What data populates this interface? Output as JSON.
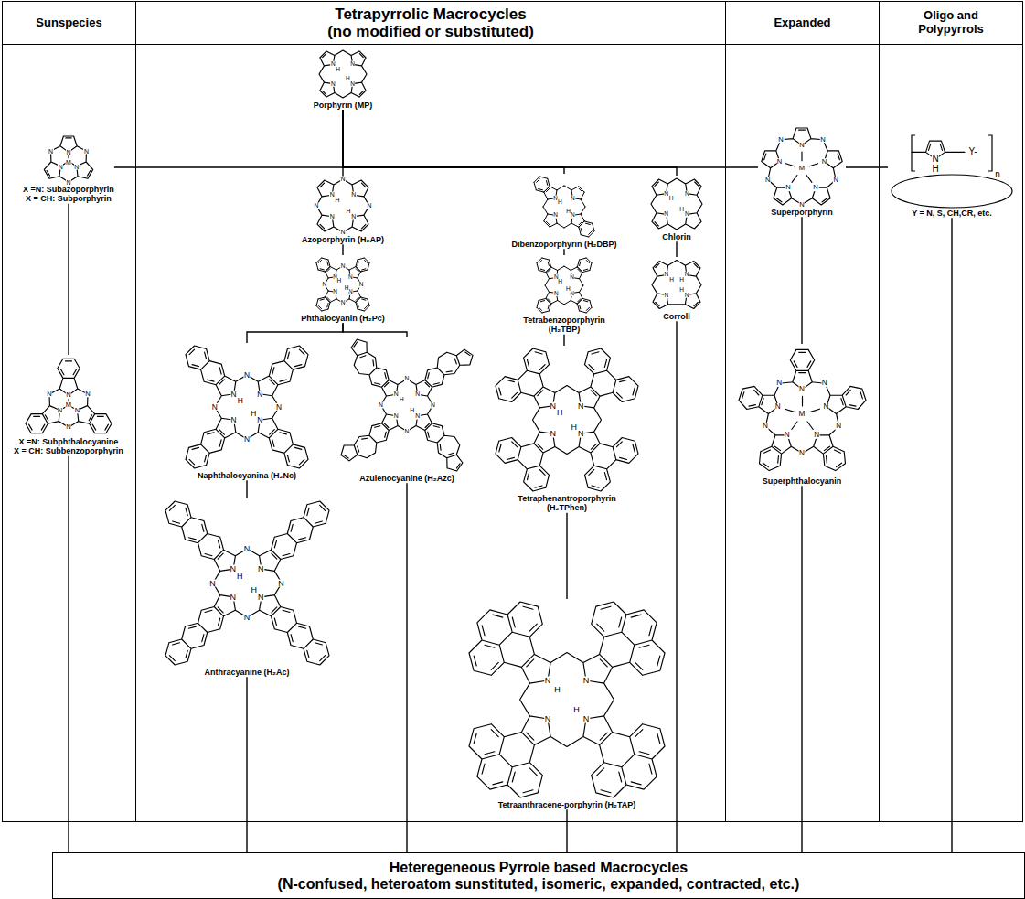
{
  "diagram": {
    "nodes": [
      {
        "text": [
          "Sunspecies"
        ]
      },
      {
        "text": [
          "Tetrapyrrolic Macrocycles",
          "(no modified or substituted)"
        ]
      },
      {
        "text": [
          "Expanded"
        ]
      },
      {
        "text": [
          "Oligo and Polypyrrols"
        ]
      },
      {
        "text": [
          "Porphyrin (MP)"
        ],
        "in": 1
      },
      {
        "text": [
          "X =N: Subazoporphyrin",
          "X = CH: Subporphyrin"
        ],
        "in": 0
      },
      {
        "text": [
          "Superporphyrin"
        ],
        "in": 2
      },
      {
        "text": [
          "Y = N, S, CH,CR, etc."
        ],
        "in": 3
      },
      {
        "text": [
          "Azoporphyrin (H₂AP)"
        ],
        "in": 1
      },
      {
        "text": [
          "Dibenzoporphyrin (H₂DBP)"
        ],
        "in": 1
      },
      {
        "text": [
          "Chlorin"
        ],
        "in": 1
      },
      {
        "text": [
          "Phthalocyanin (H₂Pc)"
        ],
        "in": 1
      },
      {
        "text": [
          "Tetrabenzoporphyrin (H₂TBP)"
        ],
        "in": 1
      },
      {
        "text": [
          "Corroll"
        ],
        "in": 1
      },
      {
        "text": [
          "X =N: Subphthalocyanine",
          "X = CH: Subbenzoporphyrin"
        ],
        "in": 0
      },
      {
        "text": [
          "Naphthalocyanina (H₂Nc)"
        ],
        "in": 1
      },
      {
        "text": [
          "Azulenocyanine (H₂Azc)"
        ],
        "in": 1
      },
      {
        "text": [
          "Tetraphenantroporphyrin (H₂TPhen)"
        ],
        "in": 1
      },
      {
        "text": [
          "Superphthalocyanin"
        ],
        "in": 2
      },
      {
        "text": [
          "Anthracyanine (H₂Ac)"
        ],
        "in": 1
      },
      {
        "text": [
          "Tetraanthracene-porphyrin (H₂TAP)"
        ],
        "in": 1
      },
      {
        "text": [
          "Heteregeneous Pyrrole based Macrocycles",
          "(N-confused, heteroatom sunstituted, isomeric, expanded, contracted, etc.)"
        ]
      }
    ],
    "edges": [
      {
        "from": 4,
        "to": 5,
        "arrow": "none"
      },
      {
        "from": 4,
        "to": 8,
        "arrow": "none"
      },
      {
        "from": 4,
        "to": 9,
        "arrow": "none"
      },
      {
        "from": 4,
        "to": 10,
        "arrow": "none"
      },
      {
        "from": 4,
        "to": 6,
        "arrow": "none"
      },
      {
        "from": 6,
        "to": 7,
        "arrow": "none"
      },
      {
        "from": 5,
        "to": 14,
        "arrow": "none"
      },
      {
        "from": 8,
        "to": 11,
        "arrow": "none"
      },
      {
        "from": 11,
        "to": 15,
        "arrow": "none"
      },
      {
        "from": 11,
        "to": 16,
        "arrow": "none"
      },
      {
        "from": 15,
        "to": 19,
        "arrow": "none"
      },
      {
        "from": 9,
        "to": 12,
        "arrow": "none"
      },
      {
        "from": 12,
        "to": 17,
        "arrow": "none"
      },
      {
        "from": 17,
        "to": 20,
        "arrow": "none"
      },
      {
        "from": 10,
        "to": 13,
        "arrow": "none"
      },
      {
        "from": 6,
        "to": 18,
        "arrow": "none"
      },
      {
        "from": 14,
        "to": 21,
        "arrow": "none"
      },
      {
        "from": 19,
        "to": 21,
        "arrow": "none"
      },
      {
        "from": 16,
        "to": 21,
        "arrow": "none"
      },
      {
        "from": 20,
        "to": 21,
        "arrow": "none"
      },
      {
        "from": 13,
        "to": 21,
        "arrow": "none"
      },
      {
        "from": 18,
        "to": 21,
        "arrow": "none"
      },
      {
        "from": 7,
        "to": 21,
        "arrow": "none"
      }
    ],
    "labels": [
      "N",
      "N",
      "N",
      "N",
      "H",
      "H",
      "N",
      "N",
      "N",
      "N",
      "N",
      "N",
      "M",
      "N",
      "N",
      "N",
      "N",
      "N",
      "N",
      "N",
      "N",
      "N",
      "N",
      "M",
      "N",
      "H",
      "Y-",
      "n",
      "N",
      "N",
      "N",
      "N",
      "N",
      "N",
      "N",
      "N",
      "H",
      "H",
      "N",
      "N",
      "N",
      "N",
      "H",
      "H",
      "N",
      "N",
      "N",
      "N",
      "H",
      "H",
      "N",
      "N",
      "N",
      "N",
      "N",
      "N",
      "N",
      "N",
      "H",
      "H",
      "N",
      "N",
      "N",
      "N",
      "H",
      "H",
      "N",
      "N",
      "N",
      "N",
      "H",
      "H",
      "H",
      "N",
      "N",
      "N",
      "N",
      "N",
      "N",
      "M",
      "N",
      "N",
      "N",
      "N",
      "N",
      "N",
      "N",
      "N",
      "H",
      "H",
      "N",
      "N",
      "N",
      "N",
      "N",
      "N",
      "N",
      "N",
      "H",
      "H",
      "N",
      "N",
      "N",
      "N",
      "H",
      "H",
      "N",
      "N",
      "N",
      "N",
      "N",
      "N",
      "N",
      "N",
      "N",
      "N",
      "M",
      "N",
      "N",
      "N",
      "N",
      "N",
      "N",
      "N",
      "N",
      "H",
      "H",
      "N",
      "N",
      "N",
      "N",
      "H",
      "H"
    ]
  }
}
